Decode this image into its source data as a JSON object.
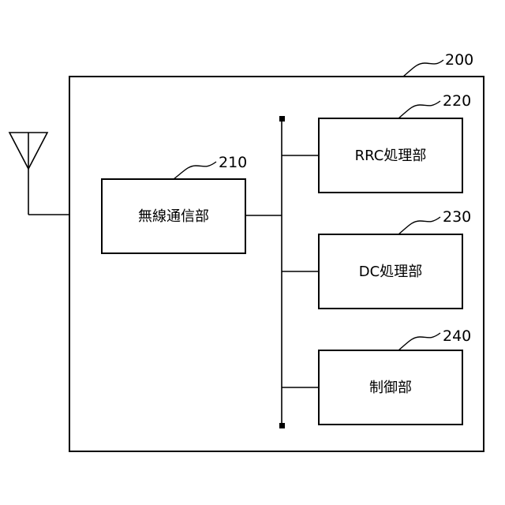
{
  "device": {
    "ref": "200"
  },
  "blocks": {
    "wireless": {
      "ref": "210",
      "label": "無線通信部"
    },
    "rrc": {
      "ref": "220",
      "label": "RRC処理部"
    },
    "dc": {
      "ref": "230",
      "label": "DC処理部"
    },
    "control": {
      "ref": "240",
      "label": "制御部"
    }
  }
}
